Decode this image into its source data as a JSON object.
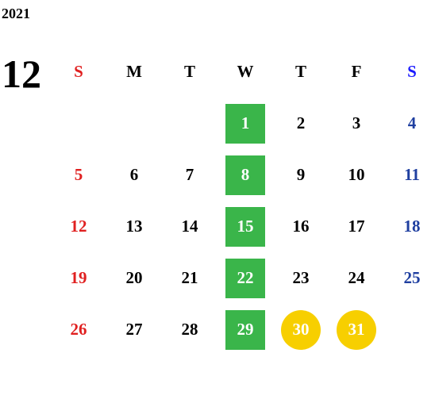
{
  "calendar": {
    "year": "2021",
    "month": "12",
    "weekdays": [
      "S",
      "M",
      "T",
      "W",
      "T",
      "F",
      "S"
    ],
    "colors": {
      "sunday": "#e02020",
      "saturday": "#1f3fa0",
      "wednesday_highlight": "#3ab54a",
      "special_highlight": "#f7cf00"
    },
    "weeks": [
      [
        "",
        "",
        "",
        "1",
        "2",
        "3",
        "4"
      ],
      [
        "5",
        "6",
        "7",
        "8",
        "9",
        "10",
        "11"
      ],
      [
        "12",
        "13",
        "14",
        "15",
        "16",
        "17",
        "18"
      ],
      [
        "19",
        "20",
        "21",
        "22",
        "23",
        "24",
        "25"
      ],
      [
        "26",
        "27",
        "28",
        "29",
        "30",
        "31",
        ""
      ]
    ],
    "green_days": [
      "1",
      "8",
      "15",
      "22",
      "29"
    ],
    "gold_days": [
      "30",
      "31"
    ]
  }
}
